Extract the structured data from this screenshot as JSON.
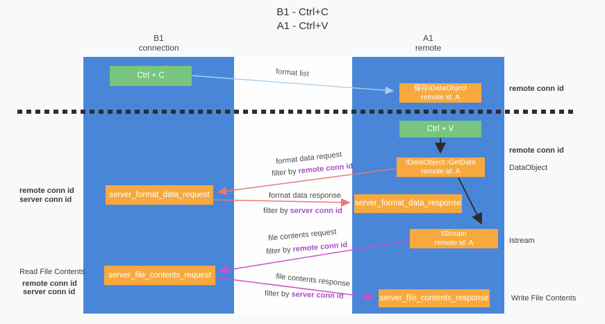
{
  "title": {
    "line1": "B1 - Ctrl+C",
    "line2": "A1 - Ctrl+V"
  },
  "columns": {
    "left": {
      "name": "B1",
      "sub": "connection"
    },
    "right": {
      "name": "A1",
      "sub": "remote"
    }
  },
  "boxes": {
    "ctrl_c": "Ctrl + C",
    "ctrl_v": "Ctrl + V",
    "save_idataobject": {
      "line1": "保存IDataObject",
      "line2": "remote id: A"
    },
    "getdata": {
      "line1": "IDataObject::GetData",
      "line2": "remote id: A"
    },
    "istream": {
      "line1": "IStream",
      "line2": "remote id: A"
    },
    "format_request": "server_format_data_request",
    "format_response": "server_format_data_response",
    "file_request": "server_file_contents_request",
    "file_response": "server_file_contents_response"
  },
  "labels": {
    "format_list": "format list",
    "format_data_request": "format data request",
    "format_data_response": "format data response",
    "file_contents_request": "file contents request",
    "file_contents_response": "file contents response",
    "filter_by": "filter by ",
    "remote_conn_id": "remote conn id",
    "server_conn_id": "server conn id"
  },
  "annotations": {
    "right": {
      "remote_conn_id_top": "remote conn id",
      "remote_conn_id_mid": "remote conn id",
      "dataobject": "DataObject",
      "istream": "Istream",
      "write_file_contents": "Write File Contents"
    },
    "left": {
      "remote_conn_id_mid": "remote conn id",
      "server_conn_id_mid": "server conn id",
      "read_file_contents": "Read File Contents",
      "remote_conn_id_bottom": "remote conn id",
      "server_conn_id_bottom": "server conn id"
    }
  },
  "colors": {
    "column_blue": "#4a86d8",
    "box_green": "#77c57f",
    "box_orange": "#f8a93e",
    "arrow_lightblue": "#a9cff0",
    "arrow_red": "#e87878",
    "arrow_magenta": "#cb4fcb",
    "arrow_black": "#2b2b2b",
    "text_purple": "#a94fc4",
    "text_green": "#5cb567"
  }
}
